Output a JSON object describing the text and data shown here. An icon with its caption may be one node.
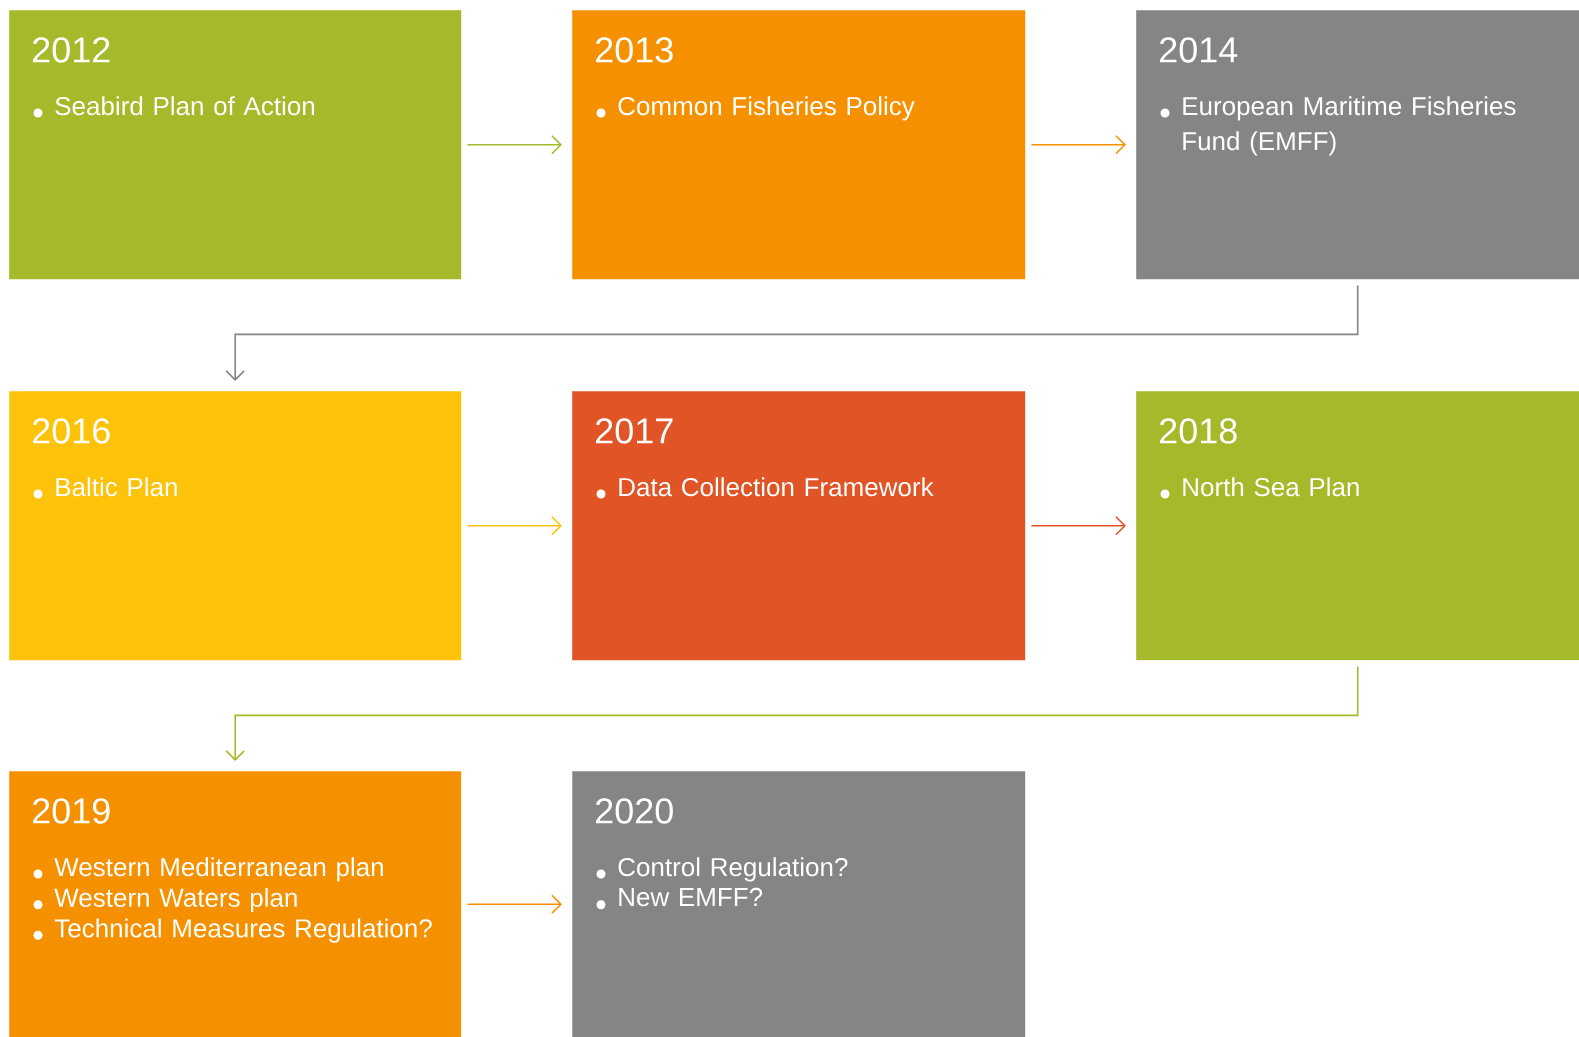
{
  "diagram": {
    "nodes": [
      {
        "text": [
          "2012",
          "Seabird Plan of Action"
        ]
      },
      {
        "text": [
          "2013",
          "Common Fisheries Policy"
        ]
      },
      {
        "text": [
          "2014",
          "European Maritime Fisheries Fund (EMFF)"
        ]
      },
      {
        "text": [
          "2016",
          "Baltic Plan"
        ]
      },
      {
        "text": [
          "2017",
          "Data Collection Framework"
        ]
      },
      {
        "text": [
          "2018",
          "North Sea Plan"
        ]
      },
      {
        "text": [
          "2019",
          "Western Mediterranean plan",
          "Western Waters plan",
          "Technical Measures Regulation?"
        ]
      },
      {
        "text": [
          "2020",
          "Control Regulation?",
          "New EMFF?"
        ]
      }
    ],
    "edges": [
      {
        "from": 0,
        "to": 1,
        "arrow": "to",
        "color": "#a5b92b"
      },
      {
        "from": 1,
        "to": 2,
        "arrow": "to",
        "color": "#f59100"
      },
      {
        "from": 2,
        "to": 3,
        "arrow": "to",
        "color": "#858585"
      },
      {
        "from": 3,
        "to": 4,
        "arrow": "to",
        "color": "#fdc20a"
      },
      {
        "from": 4,
        "to": 5,
        "arrow": "to",
        "color": "#e05426"
      },
      {
        "from": 5,
        "to": 6,
        "arrow": "to",
        "color": "#a5b92b"
      },
      {
        "from": 6,
        "to": 7,
        "arrow": "to",
        "color": "#f59100"
      }
    ]
  }
}
